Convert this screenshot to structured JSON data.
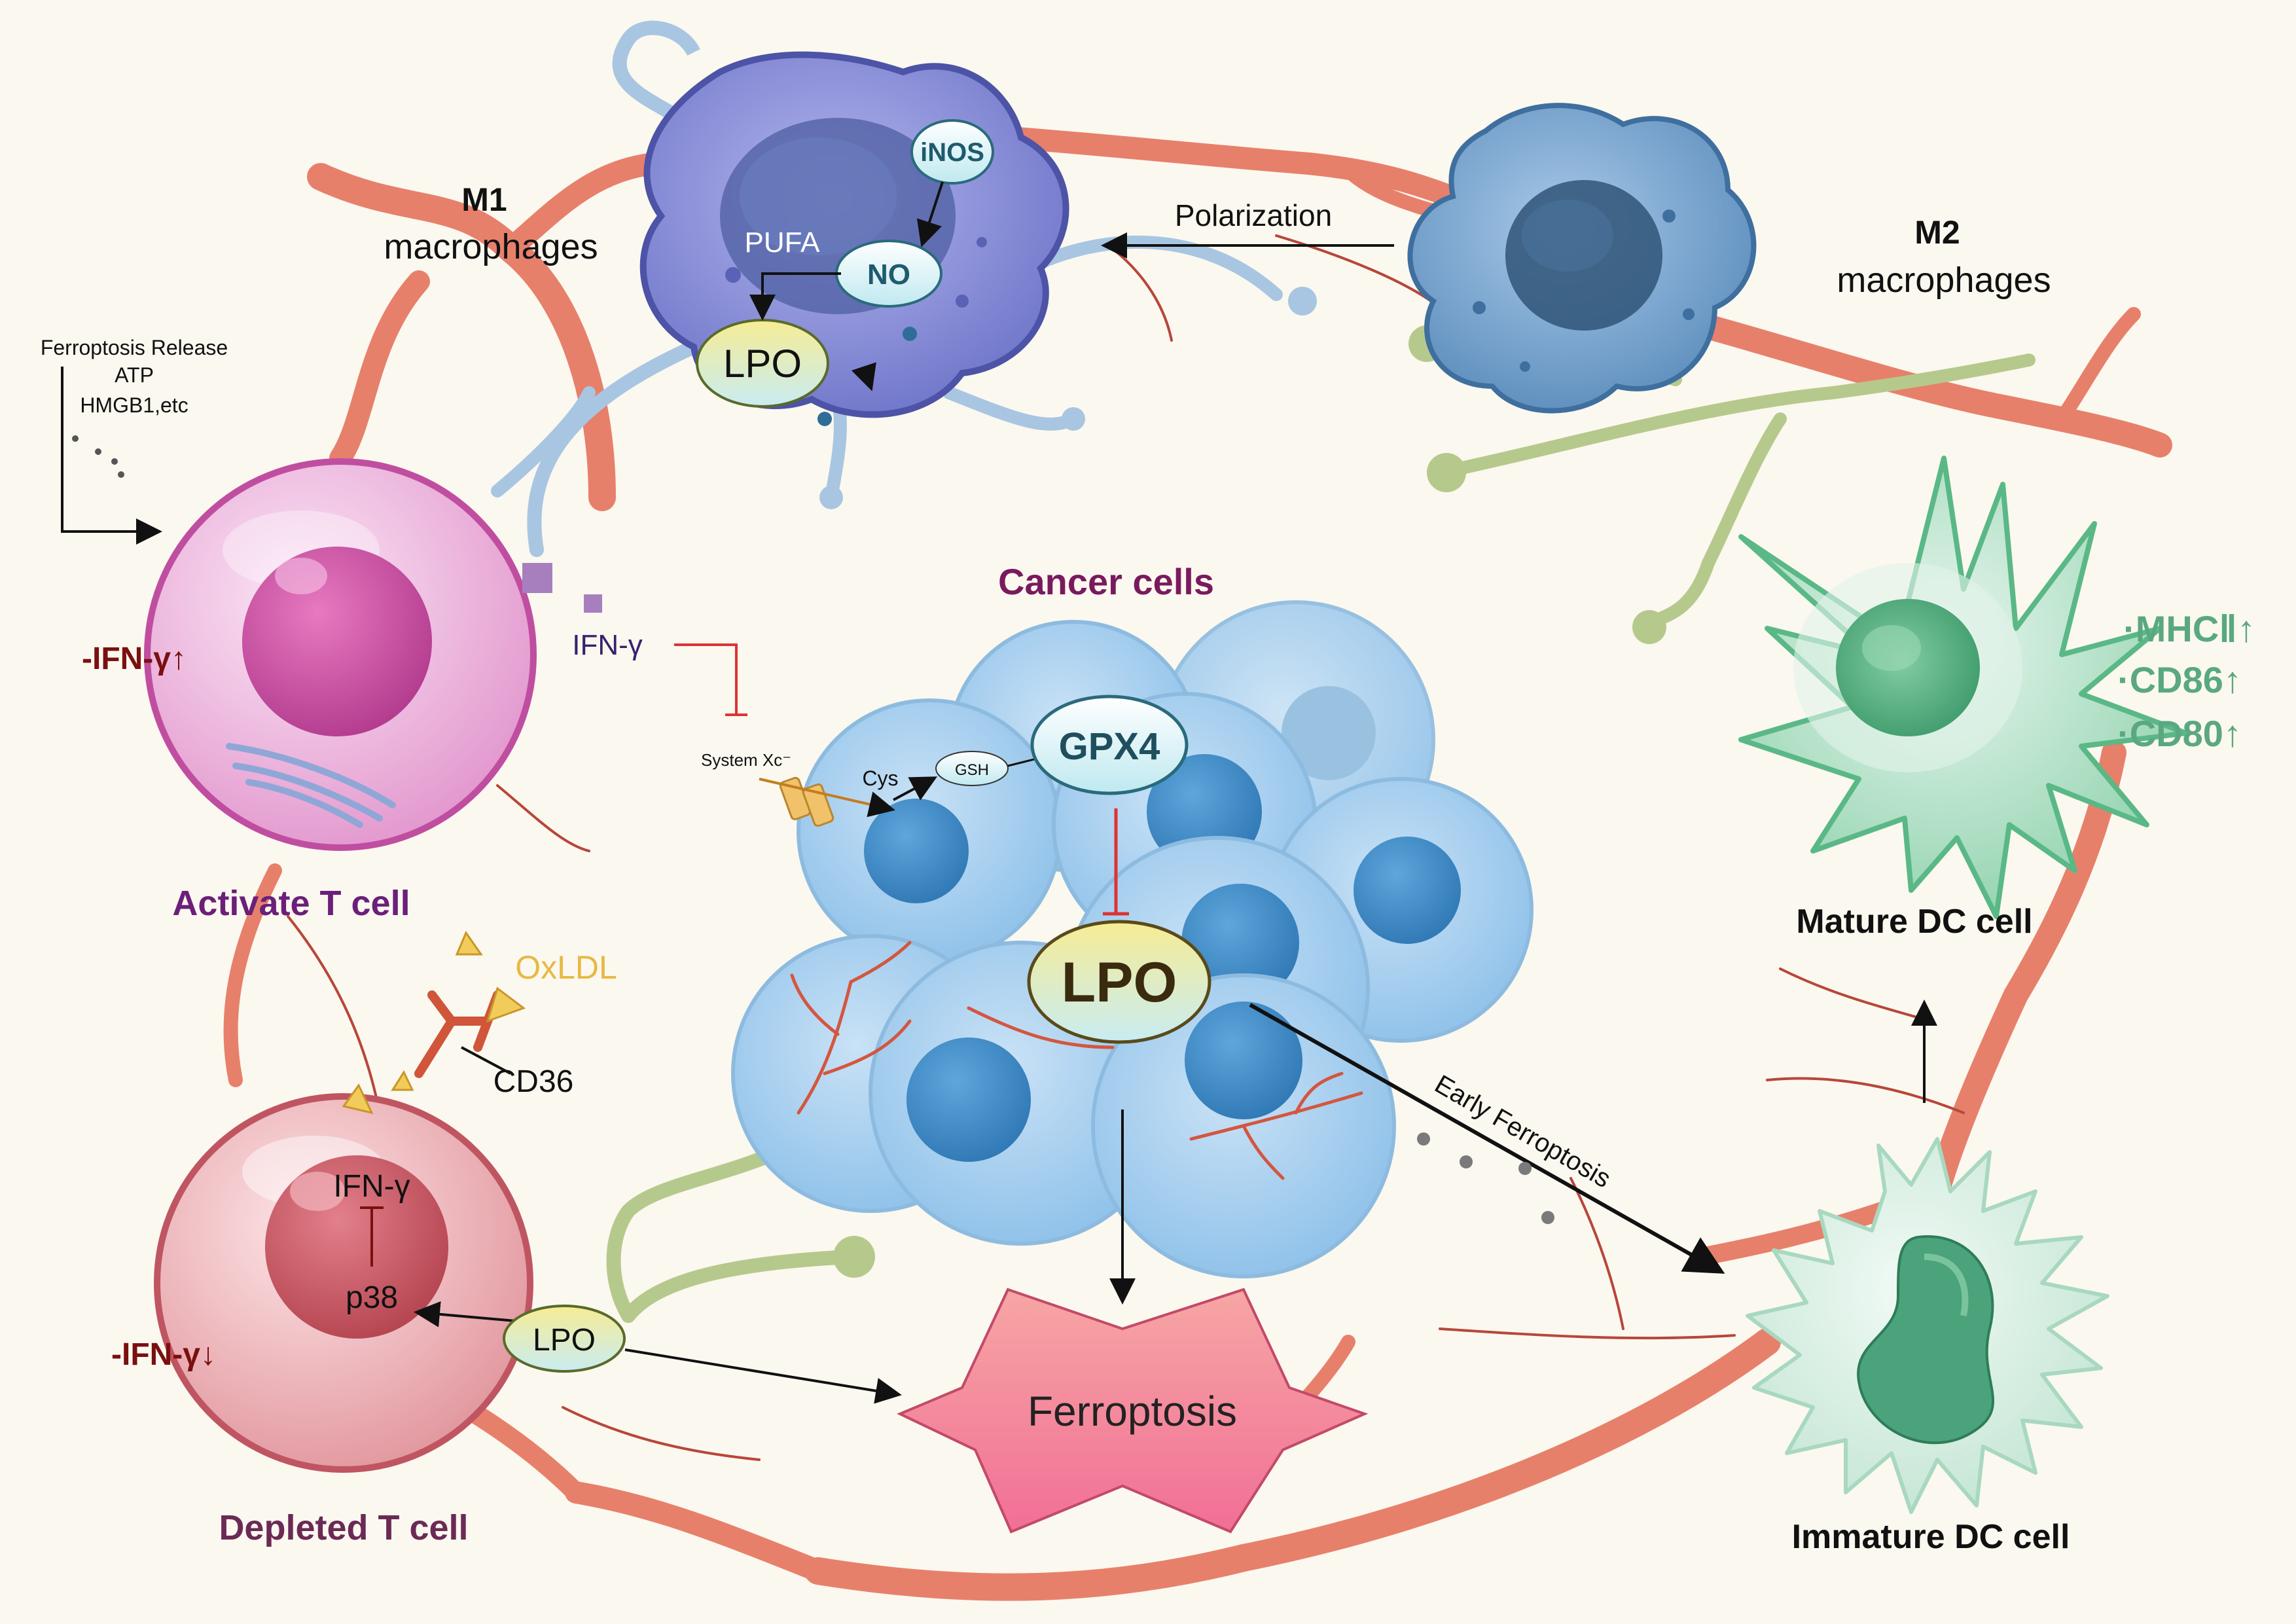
{
  "labels": {
    "m1_title": "M1",
    "m1_sub": "macrophages",
    "m2_title": "M2",
    "m2_sub": "macrophages",
    "polarization": "Polarization",
    "inos": "iNOS",
    "no": "NO",
    "pufa": "PUFA",
    "lpo_macrophage": "LPO",
    "release_line1": "Ferroptosis Release",
    "release_line2": "ATP",
    "release_line3": "HMGB1,etc",
    "ifn_up": "-IFN-γ↑",
    "ifn_small": "IFN-γ",
    "activate_t": "Activate T cell",
    "oxldl": "OxLDL",
    "cd36": "CD36",
    "ifn_inner": "IFN-γ",
    "p38": "p38",
    "ifn_down": "-IFN-γ↓",
    "depleted_t": "Depleted T cell",
    "lpo_depleted": "LPO",
    "cancer_cells": "Cancer cells",
    "system_xc": "System Xc⁻",
    "cys": "Cys",
    "gsh": "GSH",
    "gpx4": "GPX4",
    "lpo_cancer": "LPO",
    "ferroptosis": "Ferroptosis",
    "early_ferroptosis": "Early Ferroptosis",
    "mhc": "·MHCⅡ↑",
    "cd86": "·CD86↑",
    "cd80": "·CD80↑",
    "mature_dc": "Mature DC cell",
    "immature_dc": "Immature DC cell"
  },
  "colors": {
    "background": "#fbf8ef",
    "vessel": "#e7806b",
    "m1_body": "#8a90d8",
    "m2_body": "#6f9fcb",
    "t_active": "#e9a6d6",
    "t_depleted": "#e9a9ae",
    "cancer": "#9ccaee",
    "dc_mature": "#86cba5",
    "dc_immature": "#c9e7d8",
    "lpo_fill": "#f0e9a0",
    "purple_title": "#6b1f7a",
    "red_text": "#7a1010",
    "green_text": "#5aa882",
    "ferroptosis_fill": "#f07e97",
    "oxldl": "#e8b940"
  }
}
